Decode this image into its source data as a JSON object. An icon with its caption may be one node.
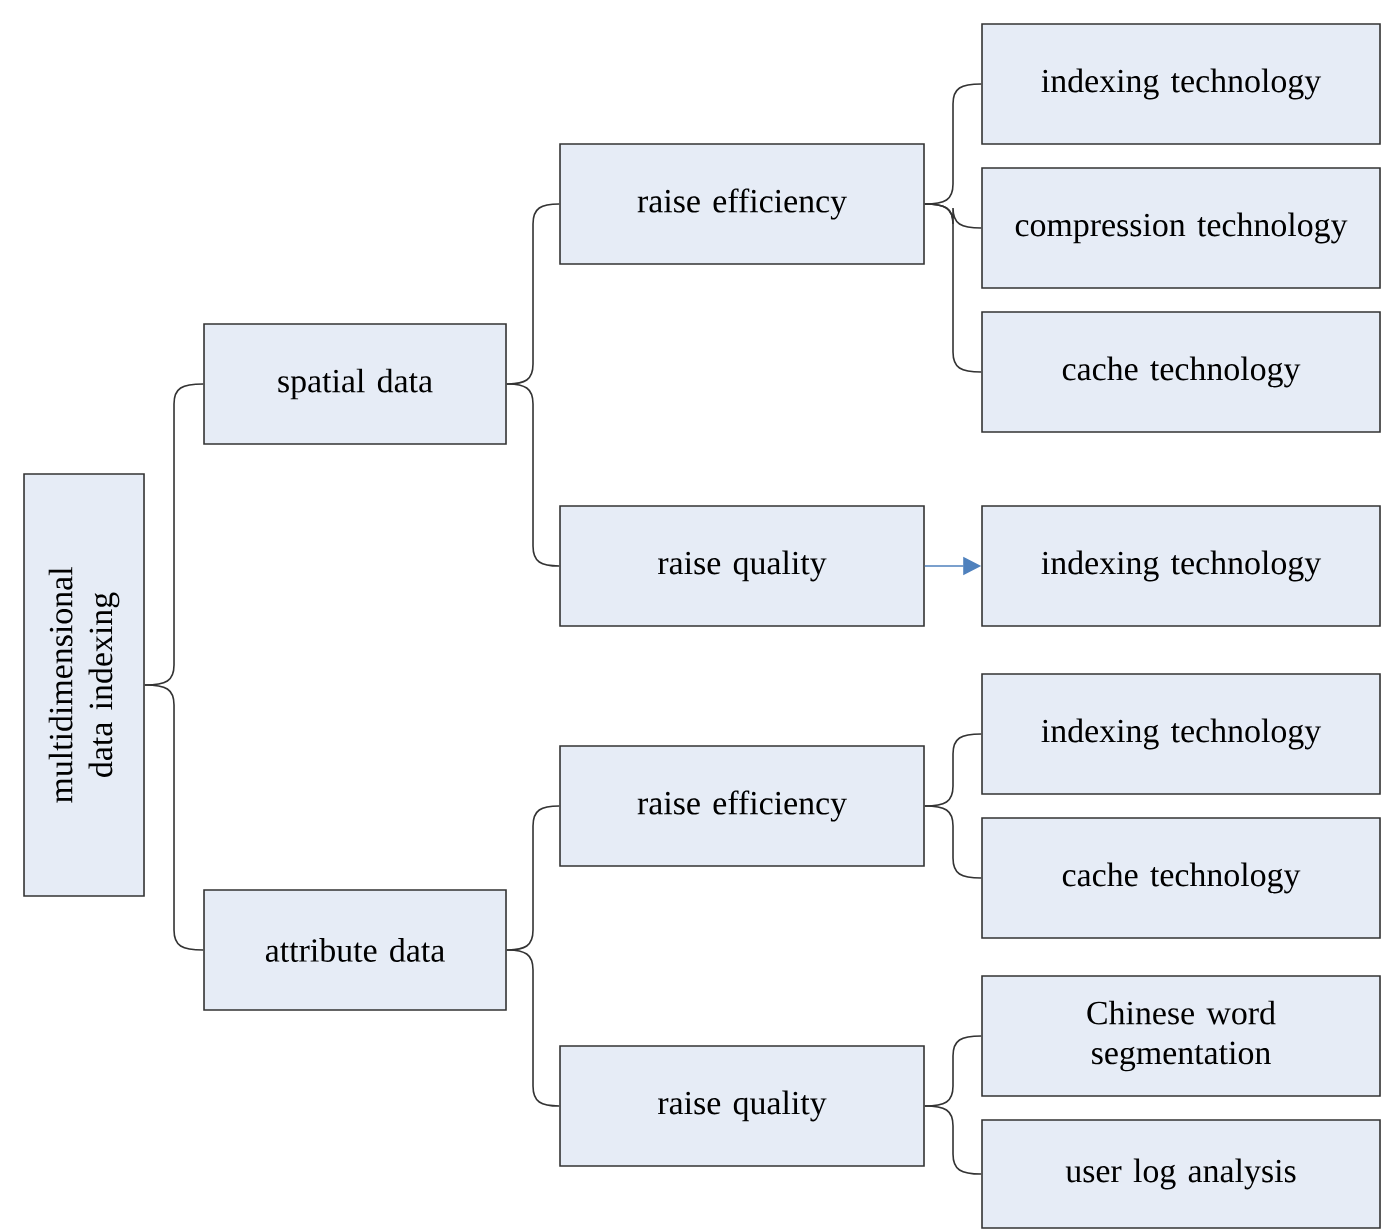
{
  "diagram": {
    "nodes": [
      {
        "text": [
          "multidimensional data indexing"
        ]
      },
      {
        "text": [
          "spatial data"
        ]
      },
      {
        "text": [
          "attribute data"
        ]
      },
      {
        "text": [
          "raise efficiency"
        ]
      },
      {
        "text": [
          "raise quality"
        ]
      },
      {
        "text": [
          "indexing technology"
        ]
      },
      {
        "text": [
          "compression technology"
        ]
      },
      {
        "text": [
          "cache technology"
        ]
      },
      {
        "text": [
          "indexing technology"
        ]
      },
      {
        "text": [
          "raise efficiency"
        ]
      },
      {
        "text": [
          "raise quality"
        ]
      },
      {
        "text": [
          "indexing technology"
        ]
      },
      {
        "text": [
          "cache technology"
        ]
      },
      {
        "text": [
          "Chinese word segmentation"
        ]
      },
      {
        "text": [
          "user log analysis"
        ]
      }
    ],
    "edges": [
      {
        "from": 0,
        "to": 1,
        "arrow": "none"
      },
      {
        "from": 0,
        "to": 2,
        "arrow": "none"
      },
      {
        "from": 1,
        "to": 3,
        "arrow": "none"
      },
      {
        "from": 1,
        "to": 4,
        "arrow": "none"
      },
      {
        "from": 3,
        "to": 5,
        "arrow": "none"
      },
      {
        "from": 3,
        "to": 6,
        "arrow": "none"
      },
      {
        "from": 3,
        "to": 7,
        "arrow": "none"
      },
      {
        "from": 4,
        "to": 8,
        "arrow": "to",
        "color": "#4f81bd"
      },
      {
        "from": 2,
        "to": 9,
        "arrow": "none"
      },
      {
        "from": 2,
        "to": 10,
        "arrow": "none"
      },
      {
        "from": 9,
        "to": 11,
        "arrow": "none"
      },
      {
        "from": 9,
        "to": 12,
        "arrow": "none"
      },
      {
        "from": 10,
        "to": 13,
        "arrow": "none"
      },
      {
        "from": 10,
        "to": 14,
        "arrow": "none"
      }
    ]
  }
}
